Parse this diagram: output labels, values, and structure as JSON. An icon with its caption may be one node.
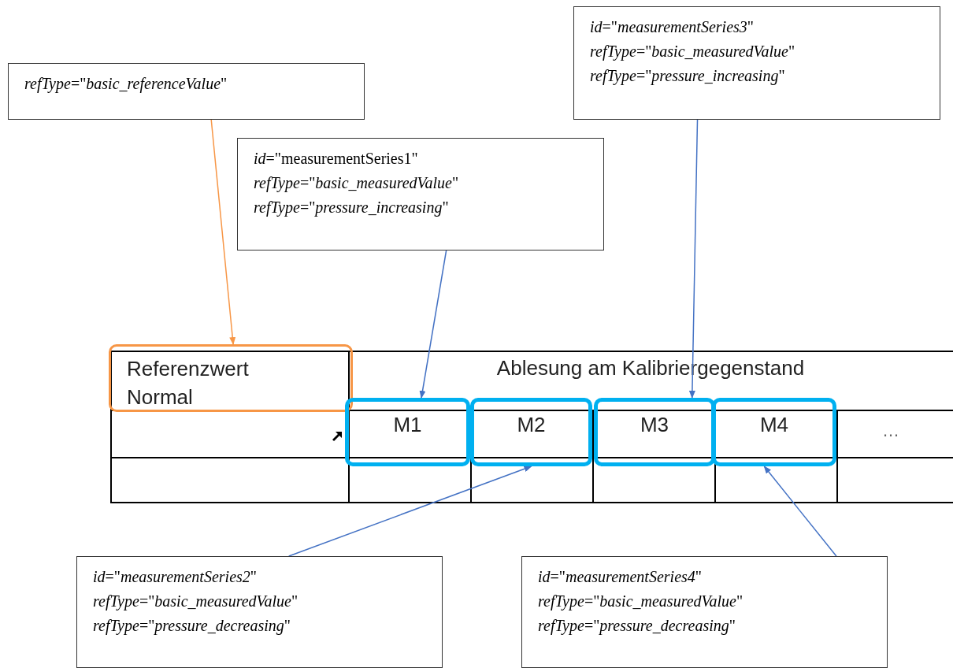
{
  "diagram": {
    "nodes": [
      {
        "text": [
          "*refType*=\"*basic_referenceValue*\""
        ]
      },
      {
        "text": [
          "*id*=\"measurementSeries1\"",
          "*refType*=\"*basic_measuredValue*\"",
          "*refType*=\"*pressure_increasing*\""
        ]
      },
      {
        "text": [
          "*id*=\"*measurementSeries3*\"",
          "*refType*=\"*basic_measuredValue*\"",
          "*refType*=\"*pressure_increasing*\""
        ]
      },
      {
        "text": [
          "Referenzwert Normal"
        ]
      },
      {
        "text": [
          "M1"
        ]
      },
      {
        "text": [
          "M2"
        ]
      },
      {
        "text": [
          "M3"
        ]
      },
      {
        "text": [
          "M4"
        ]
      },
      {
        "text": [
          "*id*=\"*measurementSeries2*\"",
          "*refType*=\"*basic_measuredValue*\"",
          "*refType*=\"*pressure_decreasing*\""
        ]
      },
      {
        "text": [
          "*id*=\"*measurementSeries4*\"",
          "*refType*=\"*basic_measuredValue*\"",
          "*refType*=\"*pressure_decreasing*\""
        ]
      }
    ],
    "edges": [
      {
        "from": 0,
        "to": 3,
        "arrow": "to",
        "color": "#f79646"
      },
      {
        "from": 1,
        "to": 4,
        "arrow": "to"
      },
      {
        "from": 2,
        "to": 6,
        "arrow": "to"
      },
      {
        "from": 8,
        "to": 5,
        "arrow": "to"
      },
      {
        "from": 9,
        "to": 7,
        "arrow": "to"
      }
    ],
    "labels": [
      "Ablesung am Kalibriergegenstand",
      "…"
    ]
  }
}
